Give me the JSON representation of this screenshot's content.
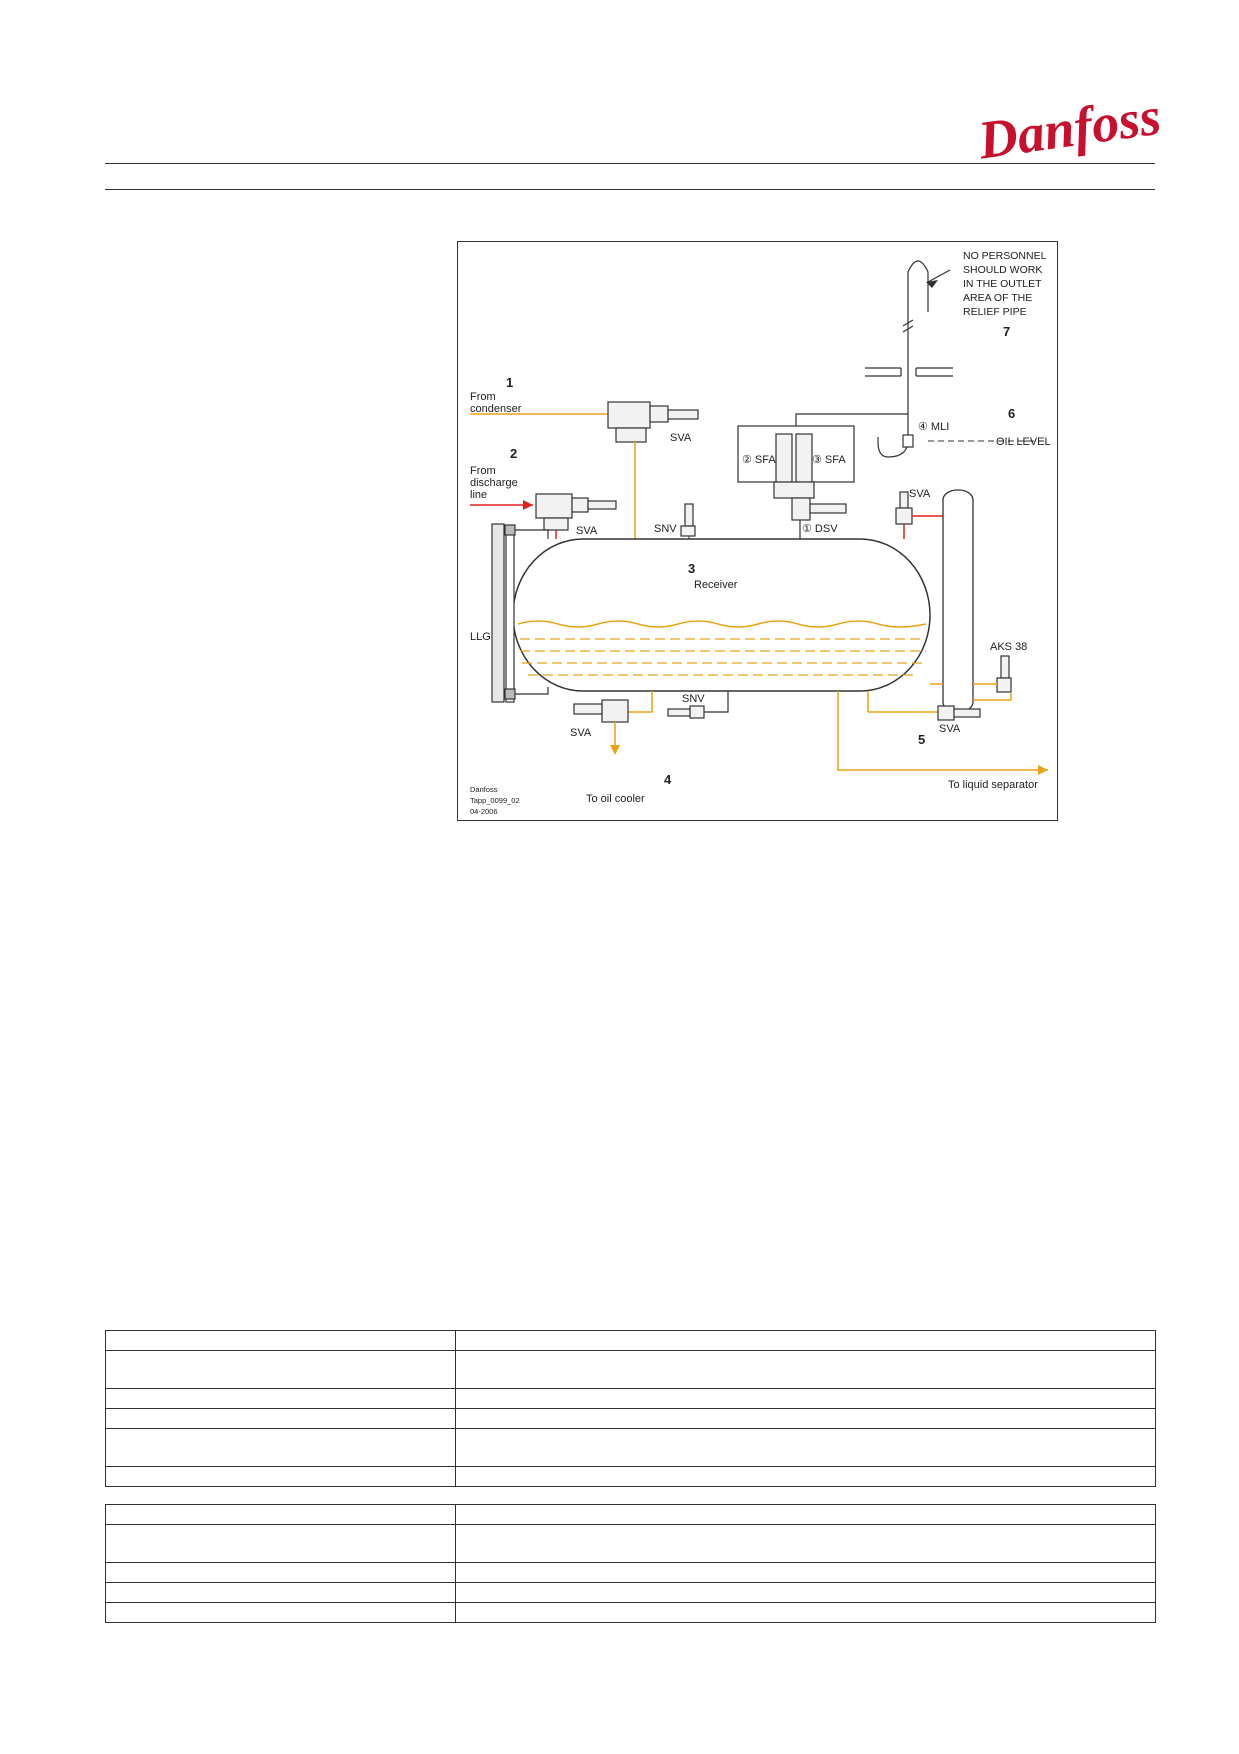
{
  "brand": {
    "logo_text": "Danfoss",
    "color": "#c8102e"
  },
  "diagram": {
    "warning_lines": [
      "NO PERSONNEL",
      "SHOULD WORK",
      "IN THE OUTLET",
      "AREA OF THE",
      "RELIEF PIPE"
    ],
    "labels": {
      "n1": "1",
      "n2": "2",
      "n3": "3",
      "n4": "4",
      "n5": "5",
      "n6": "6",
      "n7": "7",
      "from_condenser_1": "From",
      "from_condenser_2": "condenser",
      "from_discharge_1": "From",
      "from_discharge_2": "discharge",
      "from_discharge_3": "line",
      "sva_top": "SVA",
      "sva_discharge": "SVA",
      "sva_right": "SVA",
      "sva_bottom_left": "SVA",
      "sva_bottom_right": "SVA",
      "snv_top": "SNV",
      "snv_bottom": "SNV",
      "sfa_left": "② SFA",
      "sfa_right": "③ SFA",
      "dsv": "① DSV",
      "mli": "④ MLI",
      "oil_level": "OIL LEVEL",
      "receiver": "Receiver",
      "llg": "LLG",
      "aks": "AKS 38",
      "to_oil_cooler": "To oil cooler",
      "to_liquid_separator": "To liquid separator",
      "ref_1": "Danfoss",
      "ref_2": "Tapp_0099_02",
      "ref_3": "04-2006"
    },
    "colors": {
      "liquid": "#e8a317",
      "gas": "#e0201c",
      "line": "#333333"
    }
  },
  "tables": [
    {
      "rows": [
        {
          "h": 20
        },
        {
          "h": 38
        },
        {
          "h": 20
        },
        {
          "h": 20
        },
        {
          "h": 38
        },
        {
          "h": 20
        }
      ]
    },
    {
      "rows": [
        {
          "h": 20
        },
        {
          "h": 38
        },
        {
          "h": 20
        },
        {
          "h": 20
        },
        {
          "h": 20
        }
      ]
    }
  ]
}
